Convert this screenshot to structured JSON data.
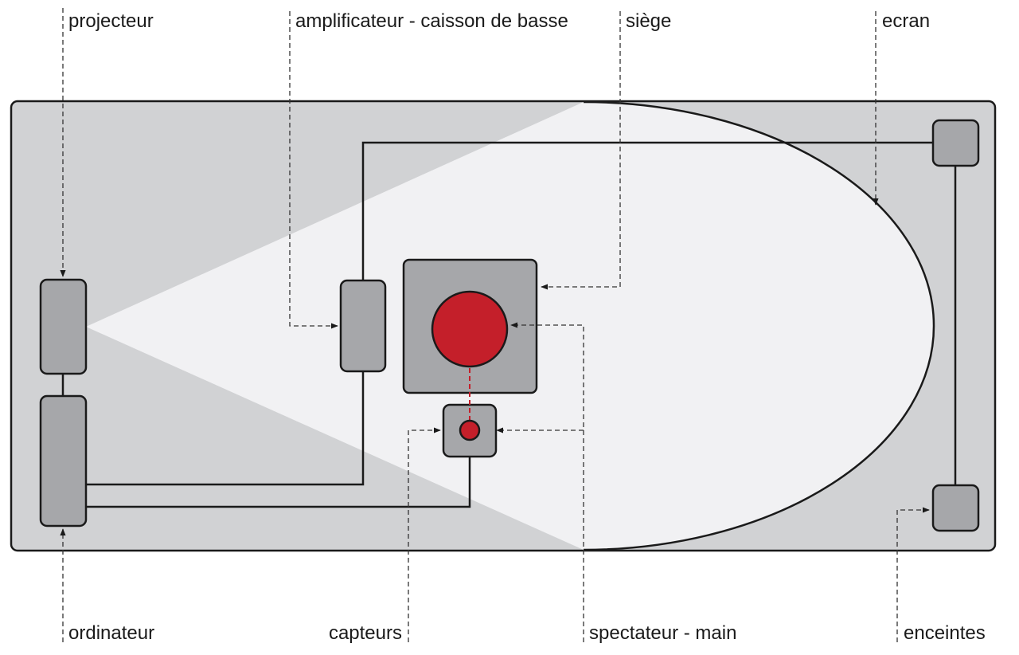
{
  "labels": {
    "projecteur": "projecteur",
    "amplificateur": "amplificateur - caisson de basse",
    "siege": "siège",
    "ecran": "ecran",
    "ordinateur": "ordinateur",
    "capteurs": "capteurs",
    "spectateur": "spectateur - main",
    "enceintes": "enceintes"
  },
  "colors": {
    "room": "#d1d2d4",
    "projection_light": "#f1f1f3",
    "device": "#a6a7aa",
    "spectator": "#c41f2a",
    "outline": "#1a1a1a"
  }
}
